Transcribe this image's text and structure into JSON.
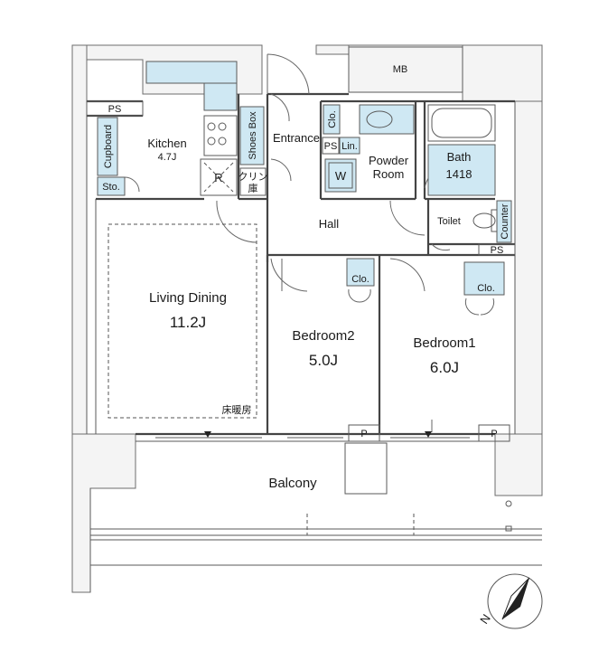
{
  "rooms": {
    "kitchen": {
      "name": "Kitchen",
      "size": "4.7J"
    },
    "living": {
      "name": "Living Dining",
      "size": "11.2J",
      "note": "床暖房"
    },
    "bedroom2": {
      "name": "Bedroom2",
      "size": "5.0J"
    },
    "bedroom1": {
      "name": "Bedroom1",
      "size": "6.0J"
    },
    "hall": "Hall",
    "entrance": "Entrance",
    "powder_room": [
      "Powder",
      "Room"
    ],
    "bath": {
      "name": "Bath",
      "size": "1418"
    },
    "toilet": "Toilet",
    "balcony": "Balcony",
    "mb": "MB"
  },
  "fixtures": {
    "ps": "PS",
    "cupboard": "Cupboard",
    "storage": "Sto.",
    "refrigerator": "R",
    "cleaning_closet": [
      "クリン",
      "庫"
    ],
    "shoes_box": "Shoes Box",
    "closet": "Clo.",
    "linen": "Lin.",
    "washer": "W",
    "counter": "Counter",
    "pipe": "P"
  },
  "compass": {
    "letter": "N"
  },
  "colors": {
    "fixture_fill": "#cfe8f3",
    "wall_fill": "#f4f4f4",
    "line": "#444444"
  }
}
